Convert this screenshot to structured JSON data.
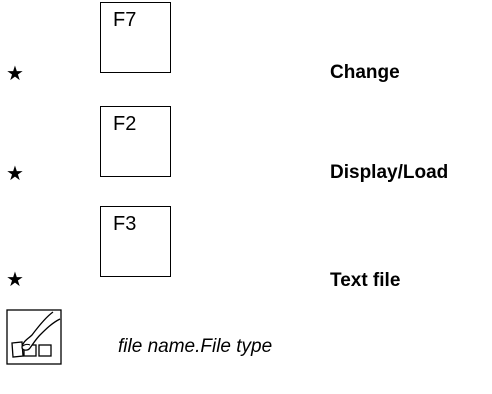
{
  "steps": [
    {
      "key": "F7",
      "action": "Change"
    },
    {
      "key": "F2",
      "action": "Display/Load"
    },
    {
      "key": "F3",
      "action": "Text file"
    }
  ],
  "bullet_symbol": "★",
  "entry": {
    "icon": "keyboard-input-icon",
    "text_prefix": "file name",
    "text_suffix": ".File type"
  }
}
